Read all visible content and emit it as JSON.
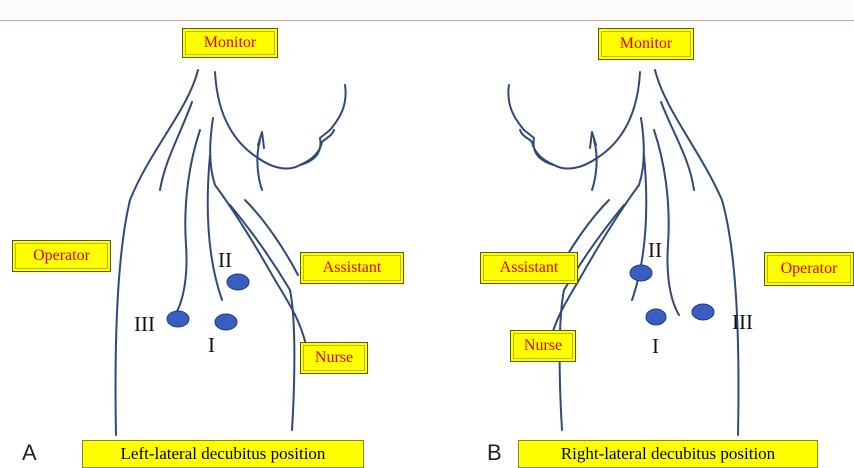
{
  "panels": [
    {
      "letter": "A",
      "caption": "Left-lateral decubitus position",
      "labels": {
        "monitor": "Monitor",
        "operator": "Operator",
        "assistant": "Assistant",
        "nurse": "Nurse"
      },
      "ports": {
        "p1": "I",
        "p2": "II",
        "p3": "III"
      }
    },
    {
      "letter": "B",
      "caption": "Right-lateral decubitus position",
      "labels": {
        "monitor": "Monitor",
        "operator": "Operator",
        "assistant": "Assistant",
        "nurse": "Nurse"
      },
      "ports": {
        "p1": "I",
        "p2": "II",
        "p3": "III"
      }
    }
  ],
  "colors": {
    "port": "#3a5ec0",
    "outline": "#2f4a7a",
    "label_bg": "#ffff00",
    "label_text": "#e00000"
  }
}
